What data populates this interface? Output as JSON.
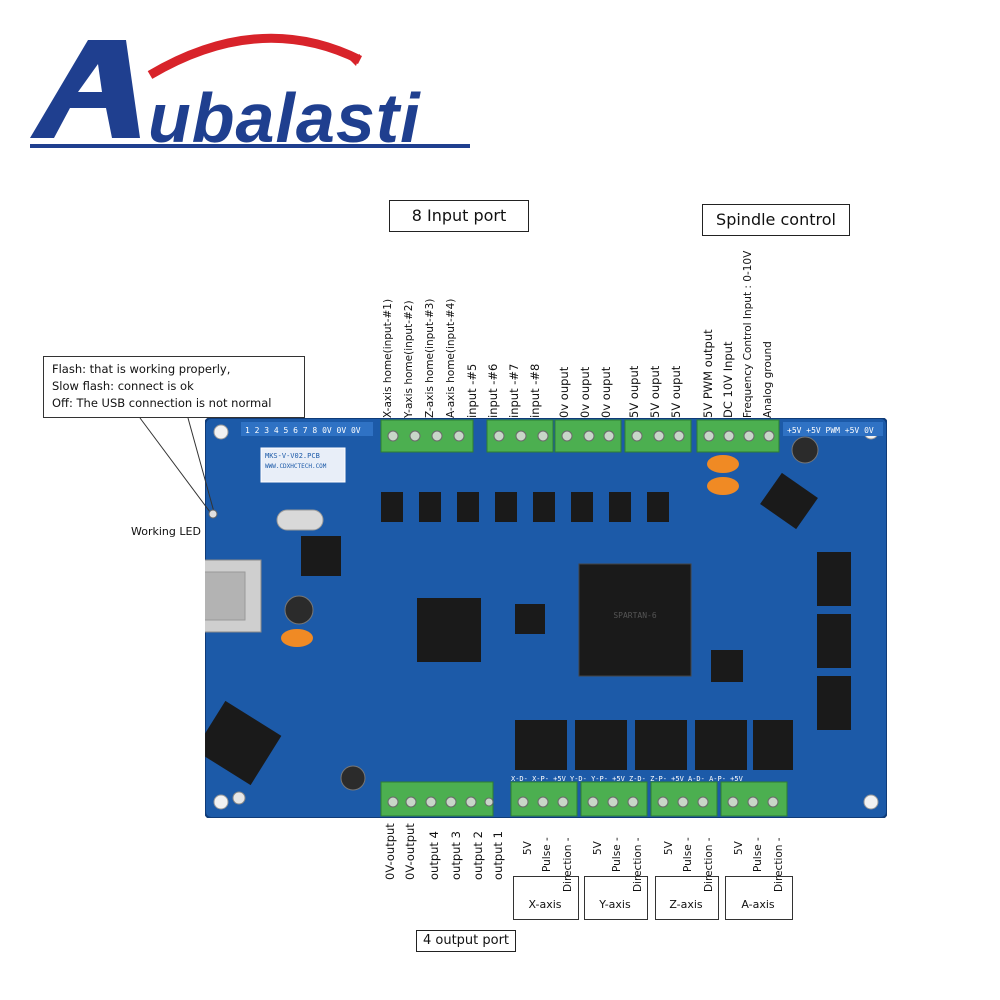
{
  "brand": {
    "name": "ubalasti",
    "logo_letter": "A",
    "color_primary": "#1f3f8f",
    "color_accent": "#d8232a"
  },
  "titles": {
    "input_port": "8 Input port",
    "spindle_control": "Spindle control",
    "output_port": "4 output port"
  },
  "status_callout": {
    "lines": [
      "Flash: that is working properly,",
      "Slow flash: connect is ok",
      "Off: The USB connection is not normal"
    ],
    "led_label": "Working LED"
  },
  "input_labels": [
    "X-axis home(input-#1)",
    "Y-axis home(input-#2)",
    "Z-axis home(input-#3)",
    "A-axis home(input-#4)",
    "input -#5",
    "input -#6",
    "input -#7",
    "input -#8",
    "0v ouput",
    "0v ouput",
    "0v ouput",
    "5V ouput",
    "5V ouput",
    "5V ouput"
  ],
  "spindle_labels": [
    "5V PWM output",
    "DC 10V Input",
    "Frequency Control Input : 0-10V",
    "Analog ground"
  ],
  "output_labels": [
    "0V-output",
    "0V-output",
    "output 4",
    "output 3",
    "output 2",
    "output 1"
  ],
  "axis_groups": [
    {
      "name": "X-axis",
      "pins": [
        "5V",
        "Pulse -",
        "Direction -"
      ]
    },
    {
      "name": "Y-axis",
      "pins": [
        "5V",
        "Pulse -",
        "Direction -"
      ]
    },
    {
      "name": "Z-axis",
      "pins": [
        "5V",
        "Pulse -",
        "Direction -"
      ]
    },
    {
      "name": "A-axis",
      "pins": [
        "5V",
        "Pulse -",
        "Direction -"
      ]
    }
  ],
  "board": {
    "pcb_color": "#1c5aa8",
    "pcb_id": "MKS-V-V02.PCB",
    "pcb_url": "WWW.CDXHCTECH.COM",
    "header_top_left": [
      "1",
      "2",
      "3",
      "4",
      "5",
      "6",
      "7",
      "8",
      "0V",
      "0V",
      "0V"
    ],
    "header_top_right": [
      "+5V",
      "+5V",
      "PWM",
      "+5V",
      "0V"
    ],
    "bottom_pin_labels": [
      "X-D-",
      "X-P-",
      "+5V",
      "Y-D-",
      "Y-P-",
      "+5V",
      "Z-D-",
      "Z-P-",
      "+5V",
      "A-D-",
      "A-P-",
      "+5V"
    ]
  }
}
